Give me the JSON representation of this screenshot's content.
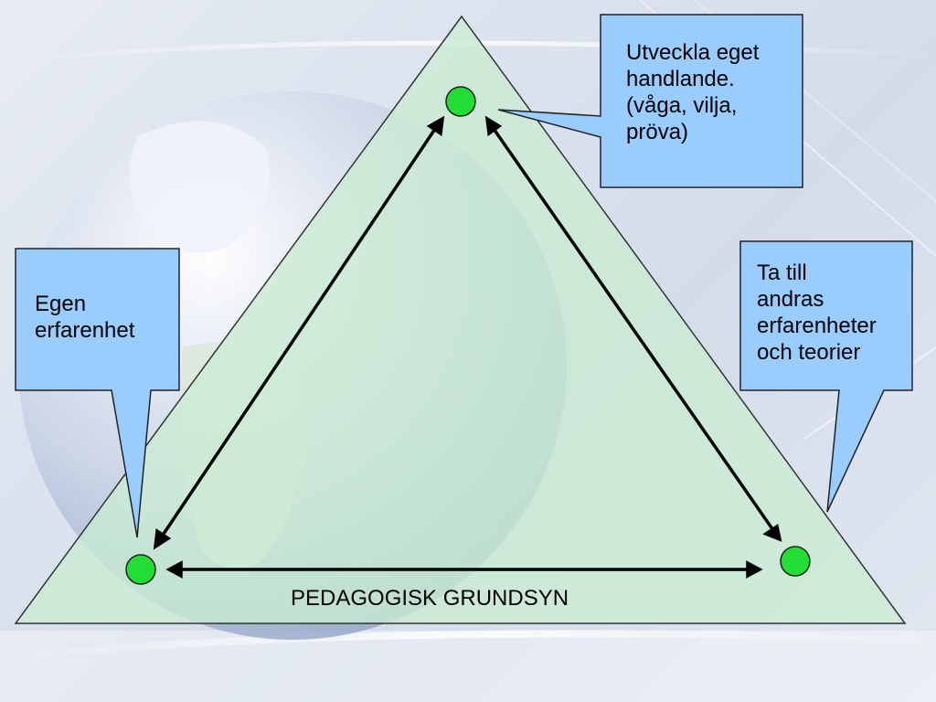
{
  "diagram": {
    "base_label": "PEDAGOGISK GRUNDSYN",
    "callouts": {
      "top": [
        "Utveckla eget",
        "handlande.",
        "(våga, vilja,",
        "pröva)"
      ],
      "left": [
        "Egen",
        "erfarenhet"
      ],
      "right": [
        "Ta till",
        "andras",
        "erfarenheter",
        "och teorier"
      ]
    }
  },
  "colors": {
    "triangle_fill": "#c9ecd2",
    "callout_fill": "#99ccff",
    "node_fill": "#22dd33",
    "arrow": "#000000"
  }
}
